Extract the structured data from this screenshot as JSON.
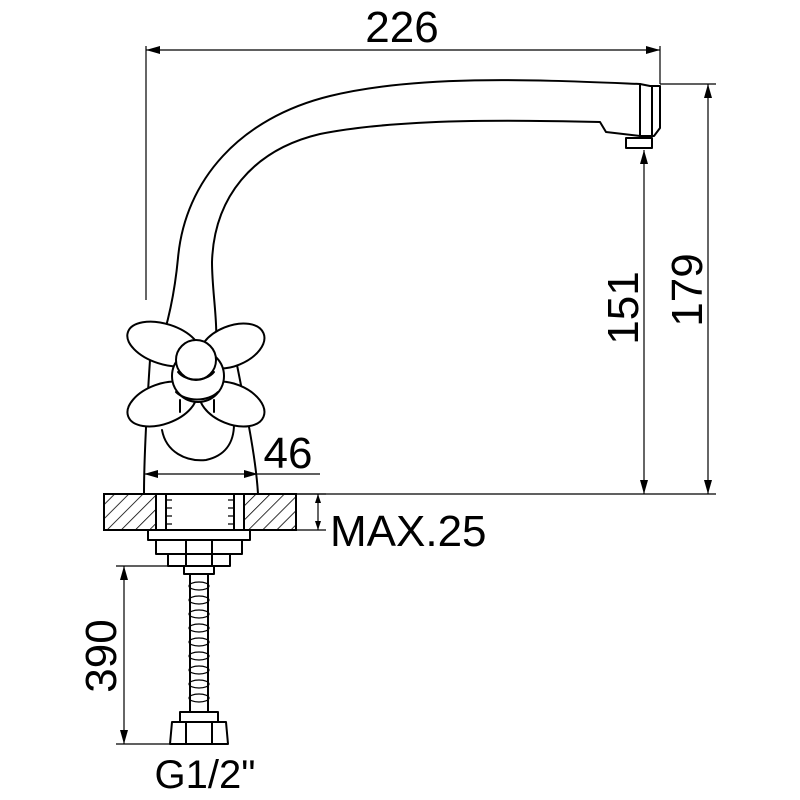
{
  "drawing": {
    "dimensions": {
      "overall_width": "226",
      "spout_outlet_height": "151",
      "overall_height": "179",
      "base_diameter": "46",
      "max_countertop": "MAX.25",
      "hose_length": "390",
      "connection_thread": "G1/2\""
    }
  }
}
